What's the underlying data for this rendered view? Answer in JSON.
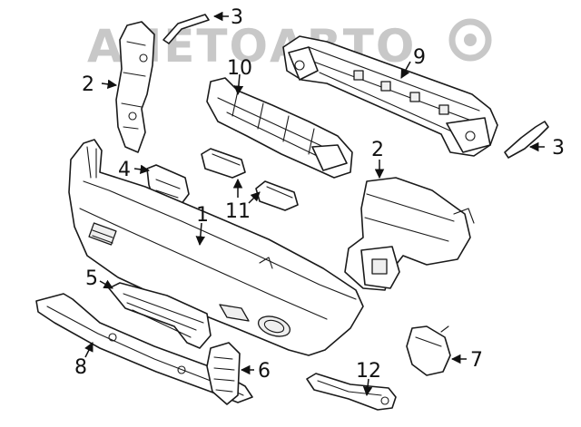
{
  "watermark": {
    "text": "АЛЕТОАВТО"
  },
  "callouts": {
    "c1": "1",
    "c2a": "2",
    "c2b": "2",
    "c3a": "3",
    "c3b": "3",
    "c4": "4",
    "c5": "5",
    "c6": "6",
    "c7": "7",
    "c8": "8",
    "c9": "9",
    "c10": "10",
    "c11": "11",
    "c12": "12"
  }
}
